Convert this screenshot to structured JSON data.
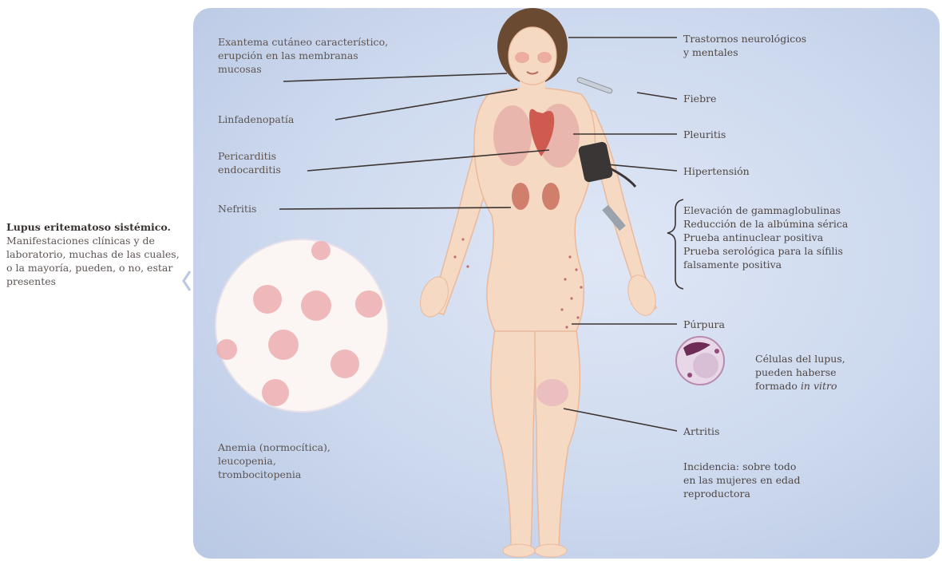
{
  "caption": {
    "title": "Lupus eritematoso sistémico.",
    "text": "Manifestaciones clínicas y de laboratorio, muchas de las cuales, o la mayoría, pueden, o no, estar presentes"
  },
  "labels": {
    "exantema": "Exantema cutáneo característico,\nerupción en las membranas\nmucosas",
    "linfadenopatia": "Linfadenopatía",
    "pericarditis": "Pericarditis\nendocarditis",
    "nefritis": "Nefritis",
    "anemia": "Anemia (normocítica),\nleucopenia,\ntrombocitopenia",
    "trastornos": "Trastornos neurológicos\ny mentales",
    "fiebre": "Fiebre",
    "pleuritis": "Pleuritis",
    "hipertension": "Hipertensión",
    "lab_findings": [
      "Elevación de gammaglobulinas",
      "Reducción de la albúmina sérica",
      "Prueba antinuclear positiva",
      "Prueba serológica para la sífilis",
      "falsamente positiva"
    ],
    "purpura": "Púrpura",
    "celulas_prefix": "Células del lupus,\npueden haberse\nformado ",
    "celulas_italic": "in vitro",
    "artritis": "Artritis",
    "incidencia": "Incidencia: sobre todo\nen las mujeres en edad\nreproductora"
  },
  "colors": {
    "panel": "#cdd9ee",
    "skin": "#f6d9c2",
    "skin_shade": "#eab99c",
    "hair": "#6b4a32",
    "organ": "#e7a59c",
    "heart": "#cf5a50",
    "blood_cell": "#ecaeb0",
    "lupus_cell": "#a95c94",
    "text": "#5d5552",
    "leader": "#3b3432"
  }
}
